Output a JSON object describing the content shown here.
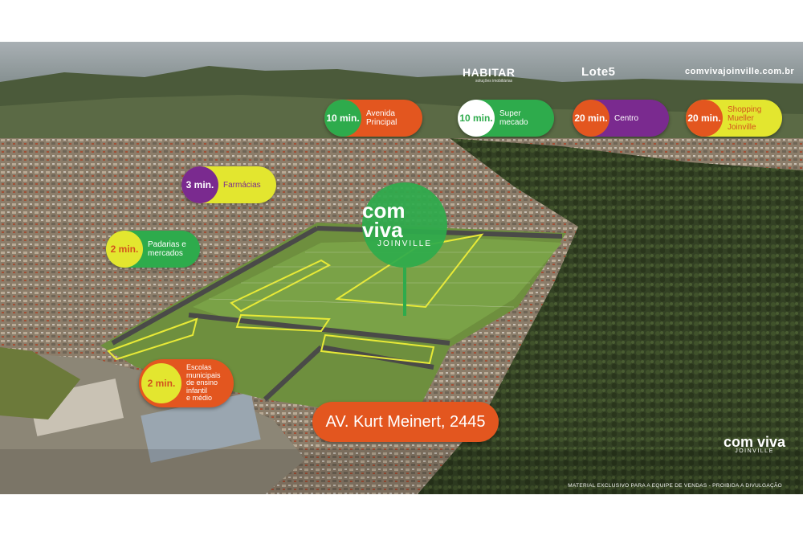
{
  "header": {
    "brand_habitar": "HABITAR",
    "brand_habitar_sub": "soluções imobiliárias",
    "brand_lote": "Lote5",
    "website": "comvivajoinville.com.br"
  },
  "logo": {
    "word1": "com viva",
    "word2": "JOINVILLE"
  },
  "pills": [
    {
      "time": "10 min.",
      "label": "Avenida\nPrincipal",
      "circle": "#2eab4c",
      "body": "#e3561f",
      "circle_text": "#ffffff",
      "label_color": "#ffffff"
    },
    {
      "time": "10 min.",
      "label": "Super\nmecado",
      "circle": "#ffffff",
      "body": "#2eab4c",
      "circle_text": "#2eab4c",
      "label_color": "#ffffff"
    },
    {
      "time": "20 min.",
      "label": "Centro",
      "circle": "#e3561f",
      "body": "#7a2a8f",
      "circle_text": "#ffffff",
      "label_color": "#ffffff"
    },
    {
      "time": "20 min.",
      "label": "Shopping\nMueller\nJoinville",
      "circle": "#e3561f",
      "body": "#e3e62f",
      "circle_text": "#ffffff",
      "label_color": "#d2541d"
    },
    {
      "time": "3 min.",
      "label": "Farmácias",
      "circle": "#7a2a8f",
      "body": "#e3e62f",
      "circle_text": "#ffffff",
      "label_color": "#7a2a8f"
    },
    {
      "time": "2 min.",
      "label": "Padarias e\nmercados",
      "circle": "#e3e62f",
      "body": "#2eab4c",
      "circle_text": "#d2541d",
      "label_color": "#ffffff"
    },
    {
      "time": "2 min.",
      "label": "Escolas\nmunicipais\nde ensino\ninfantil\ne médio",
      "circle": "#e3e62f",
      "body": "#e3561f",
      "circle_text": "#d2541d",
      "label_color": "#ffffff"
    }
  ],
  "address": "AV. Kurt Meinert, 2445",
  "corner_logo": {
    "word1": "com viva",
    "word2": "JOINVILLE"
  },
  "disclaimer": "MATERIAL EXCLUSIVO PARA A EQUIPE DE VENDAS  -  PROIBIDA A DIVULGAÇÃO"
}
